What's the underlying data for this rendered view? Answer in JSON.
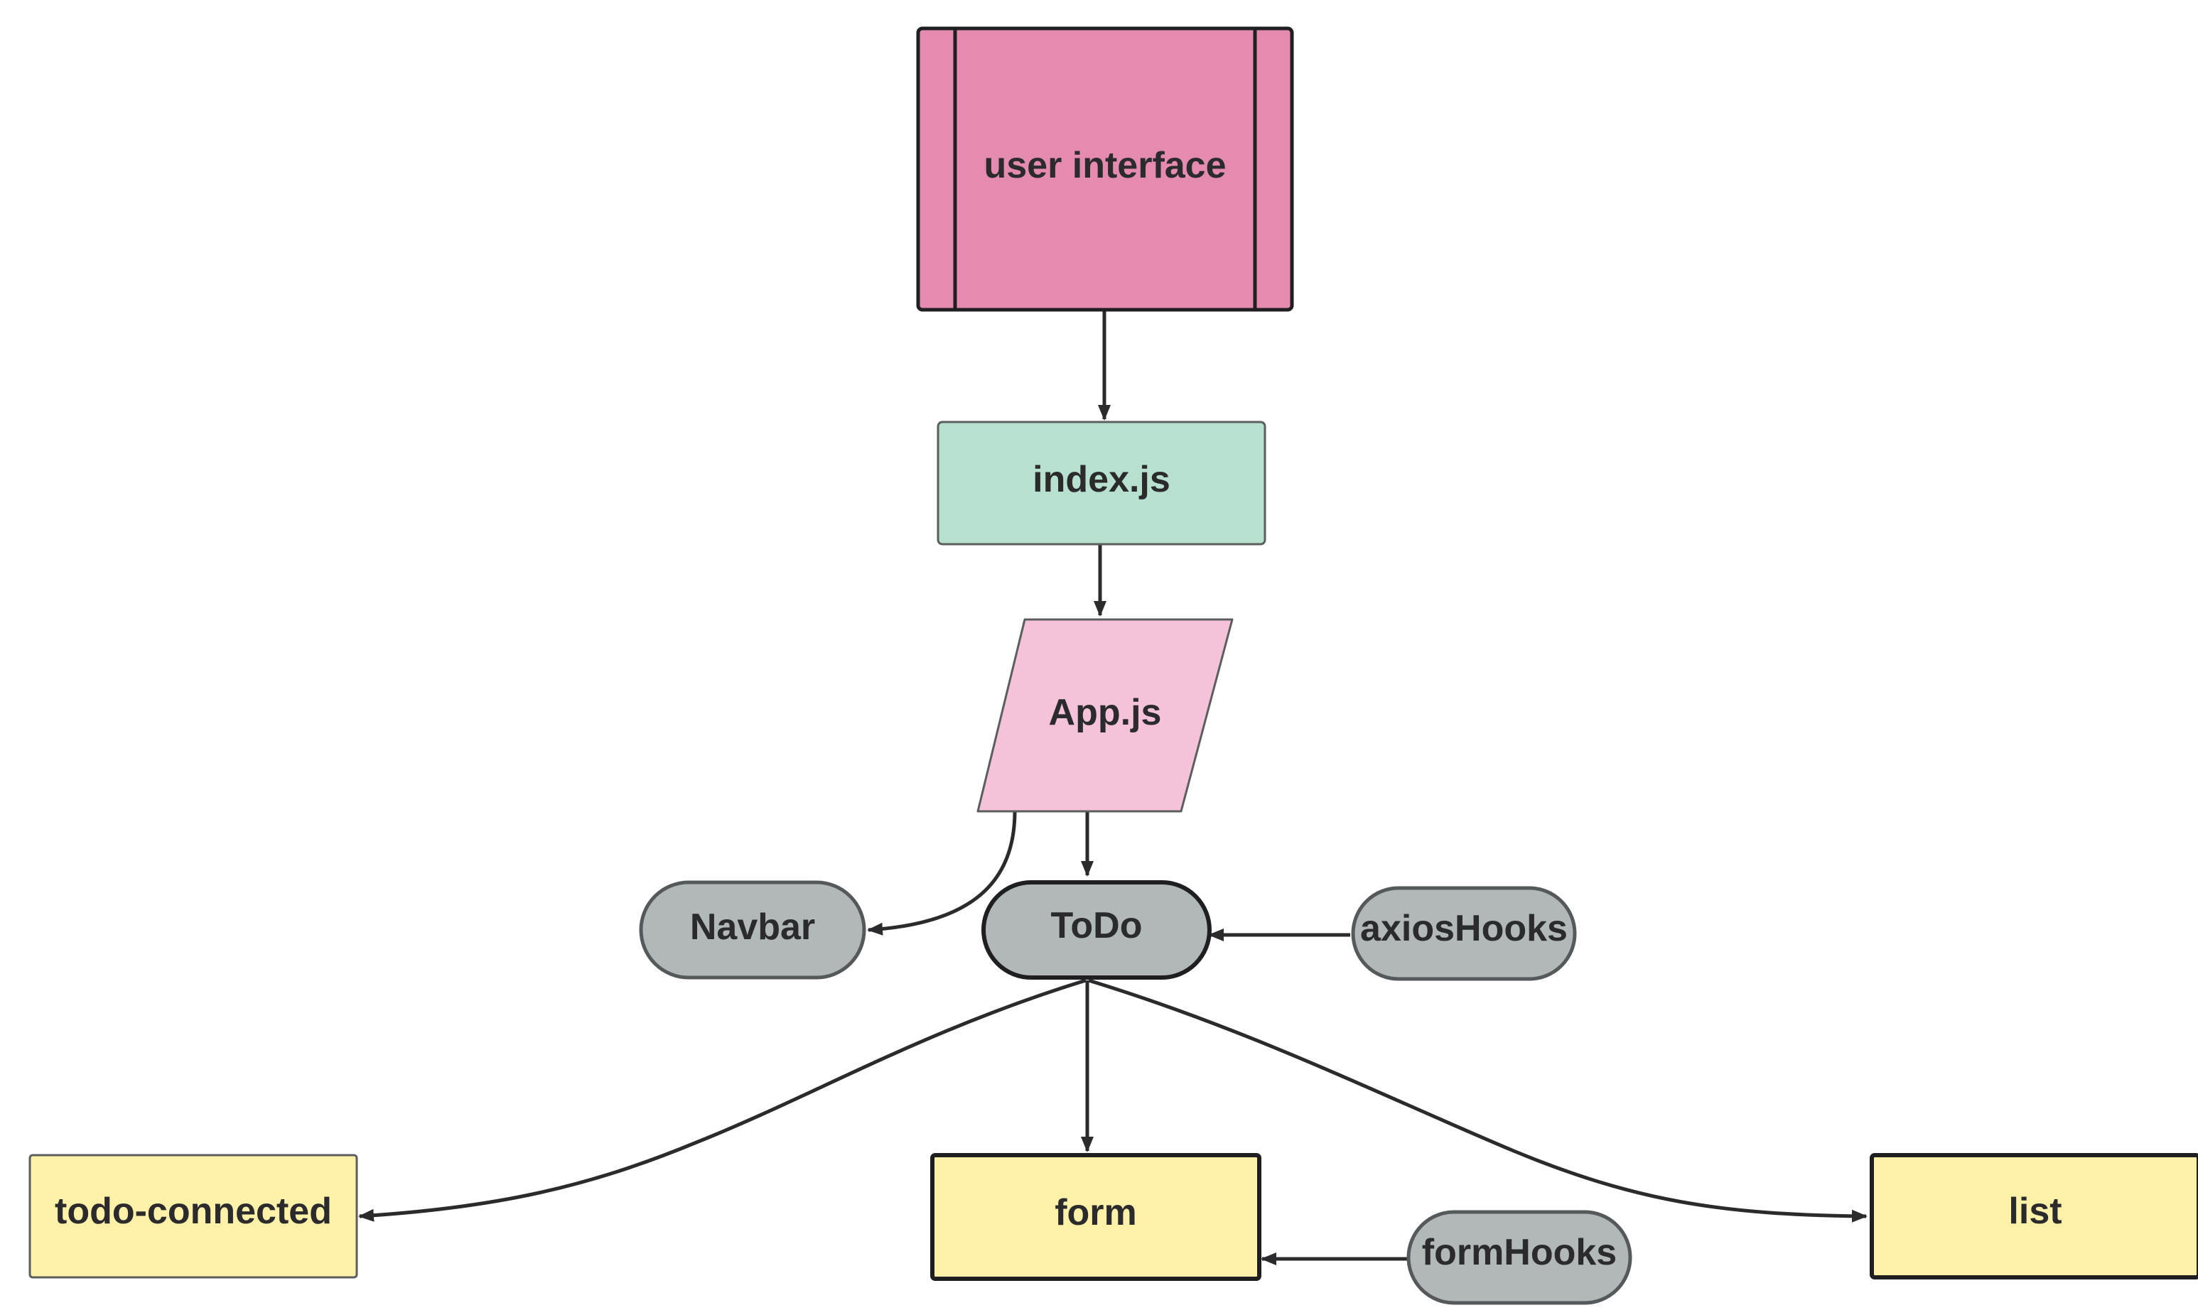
{
  "diagram": {
    "type": "flowchart",
    "nodes": [
      {
        "id": "user-interface",
        "label": "user interface",
        "shape": "predefined-process",
        "fill": "#e58bb0"
      },
      {
        "id": "index-js",
        "label": "index.js",
        "shape": "rectangle",
        "fill": "#b7e0cf"
      },
      {
        "id": "app-js",
        "label": "App.js",
        "shape": "parallelogram",
        "fill": "#f5c2da"
      },
      {
        "id": "navbar",
        "label": "Navbar",
        "shape": "pill",
        "fill": "#b2b7b9"
      },
      {
        "id": "todo",
        "label": "ToDo",
        "shape": "pill",
        "fill": "#b2b7b9"
      },
      {
        "id": "axios-hooks",
        "label": "axiosHooks",
        "shape": "pill",
        "fill": "#b2b7b9"
      },
      {
        "id": "todo-connected",
        "label": "todo-connected",
        "shape": "rectangle",
        "fill": "#fff1a8"
      },
      {
        "id": "form",
        "label": "form",
        "shape": "rectangle",
        "fill": "#fff1a8"
      },
      {
        "id": "form-hooks",
        "label": "formHooks",
        "shape": "pill",
        "fill": "#b2b7b9"
      },
      {
        "id": "list",
        "label": "list",
        "shape": "rectangle",
        "fill": "#fff1a8"
      }
    ],
    "edges": [
      {
        "from": "user-interface",
        "to": "index-js"
      },
      {
        "from": "index-js",
        "to": "app-js"
      },
      {
        "from": "app-js",
        "to": "navbar"
      },
      {
        "from": "app-js",
        "to": "todo"
      },
      {
        "from": "axios-hooks",
        "to": "todo"
      },
      {
        "from": "todo",
        "to": "todo-connected"
      },
      {
        "from": "todo",
        "to": "form"
      },
      {
        "from": "todo",
        "to": "list"
      },
      {
        "from": "form-hooks",
        "to": "form"
      }
    ]
  }
}
